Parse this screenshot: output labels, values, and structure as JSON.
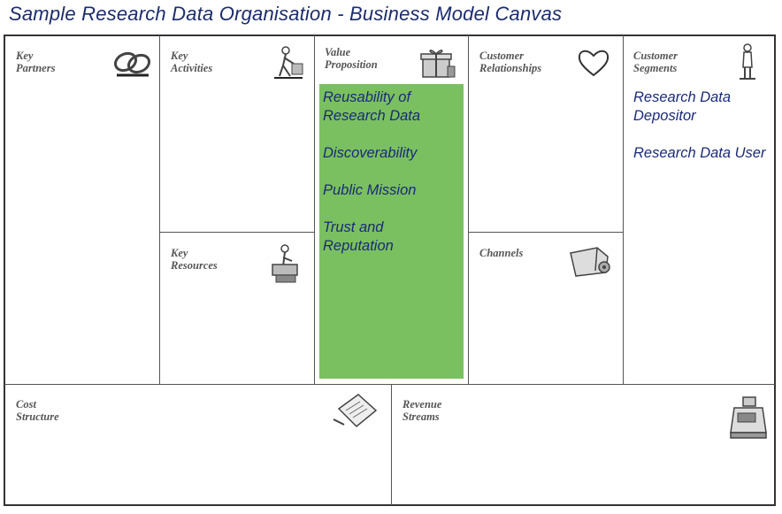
{
  "title": "Sample Research Data Organisation - Business Model Canvas",
  "blocks": {
    "key_partners": "Key\nPartners",
    "key_activities": "Key\nActivities",
    "key_resources": "Key\nResources",
    "value_proposition": "Value\nProposition",
    "customer_relationships": "Customer\nRelationships",
    "channels": "Channels",
    "customer_segments": "Customer\nSegments",
    "cost_structure": "Cost\nStructure",
    "revenue_streams": "Revenue\nStreams"
  },
  "value_propositions": [
    "Reusability of\nResearch Data",
    "Discoverability",
    "Public Mission",
    "Trust and\nReputation"
  ],
  "customer_segments": [
    "Research Data\nDepositor",
    "Research Data User"
  ],
  "colors": {
    "title": "#1c2c6e",
    "highlight": "#7ac060",
    "entry_text": "#1a2a78"
  },
  "icons": [
    "chain-links-icon",
    "worker-icon",
    "gift-box-icon",
    "heart-icon",
    "factory-worker-icon",
    "truck-icon",
    "person-icon",
    "price-tag-icon",
    "cash-register-icon"
  ]
}
